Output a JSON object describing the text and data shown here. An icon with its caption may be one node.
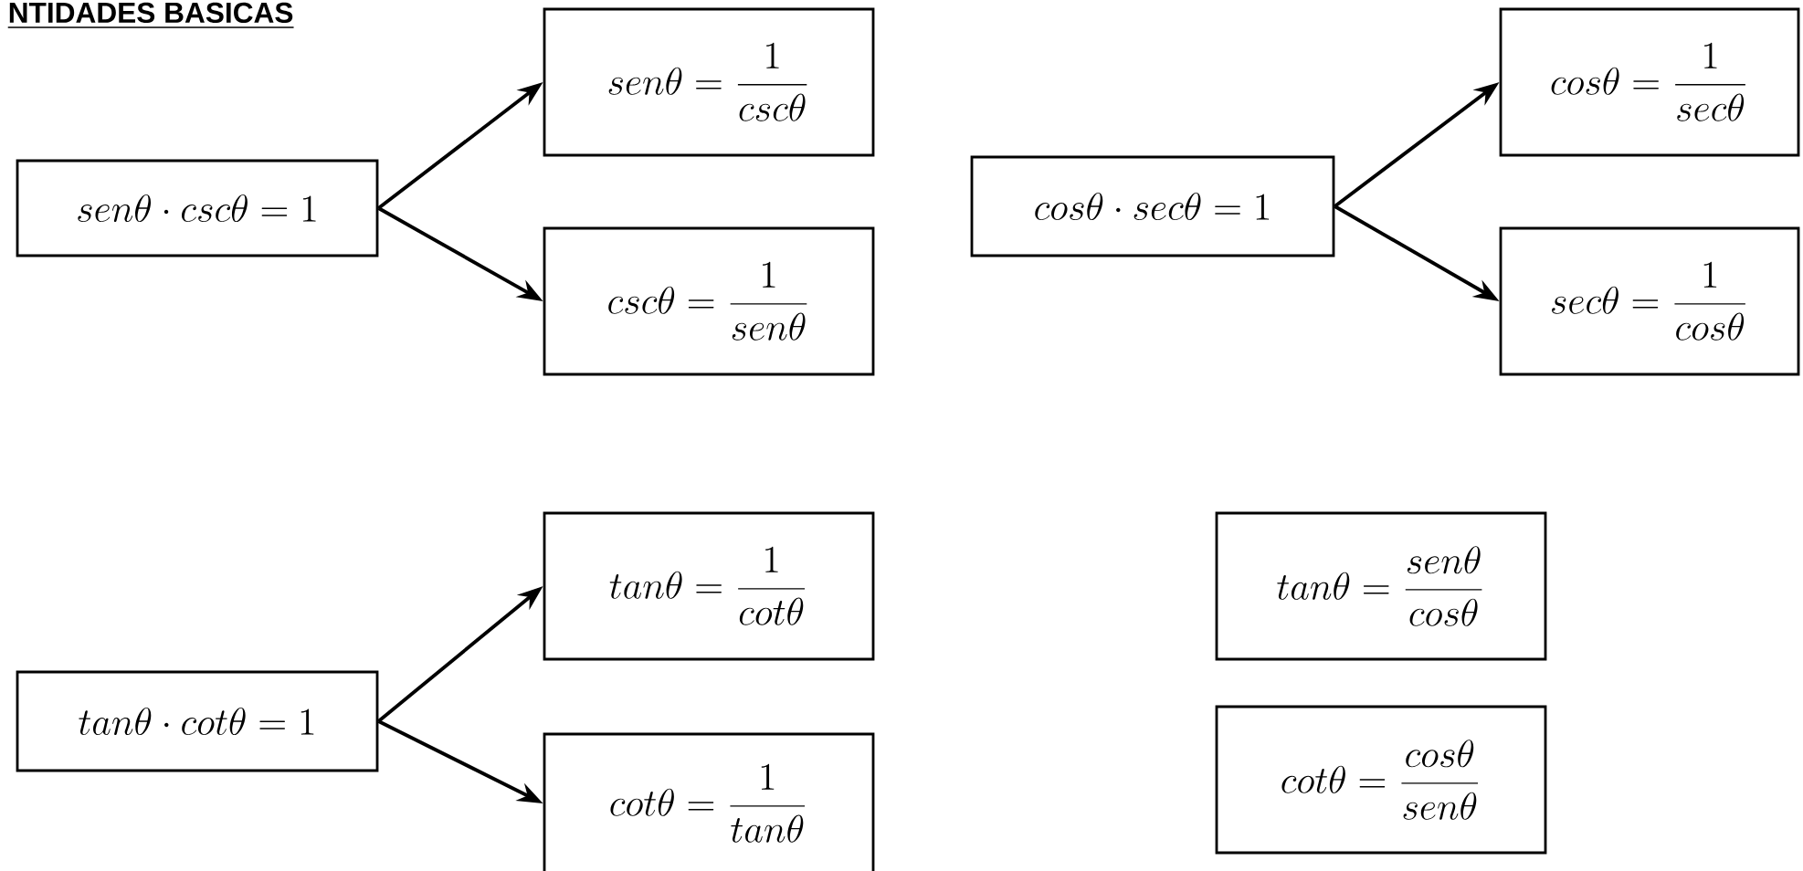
{
  "diagram": {
    "title": "NTIDADES BASICAS",
    "nodes": [
      {
        "text": [
          "sen\\theta \\cdot csc\\theta = 1"
        ]
      },
      {
        "text": [
          "sen\\theta = \\frac{1}{csc\\theta}"
        ]
      },
      {
        "text": [
          "csc\\theta = \\frac{1}{sen\\theta}"
        ]
      },
      {
        "text": [
          "cos\\theta \\cdot sec\\theta = 1"
        ]
      },
      {
        "text": [
          "cos\\theta = \\frac{1}{sec\\theta}"
        ]
      },
      {
        "text": [
          "sec\\theta = \\frac{1}{cos\\theta}"
        ]
      },
      {
        "text": [
          "tan\\theta \\cdot cot\\theta = 1"
        ]
      },
      {
        "text": [
          "tan\\theta = \\frac{1}{cot\\theta}"
        ]
      },
      {
        "text": [
          "cot\\theta = \\frac{1}{tan\\theta}"
        ]
      },
      {
        "text": [
          "tan\\theta = \\frac{sen\\theta}{cos\\theta}"
        ]
      },
      {
        "text": [
          "cot\\theta = \\frac{cos\\theta}{sen\\theta}"
        ]
      }
    ],
    "edges": [
      {
        "from": 0,
        "to": 1,
        "arrow": "to"
      },
      {
        "from": 0,
        "to": 2,
        "arrow": "to"
      },
      {
        "from": 3,
        "to": 4,
        "arrow": "to"
      },
      {
        "from": 3,
        "to": 5,
        "arrow": "to"
      },
      {
        "from": 6,
        "to": 7,
        "arrow": "to"
      },
      {
        "from": 6,
        "to": 8,
        "arrow": "to"
      }
    ]
  }
}
